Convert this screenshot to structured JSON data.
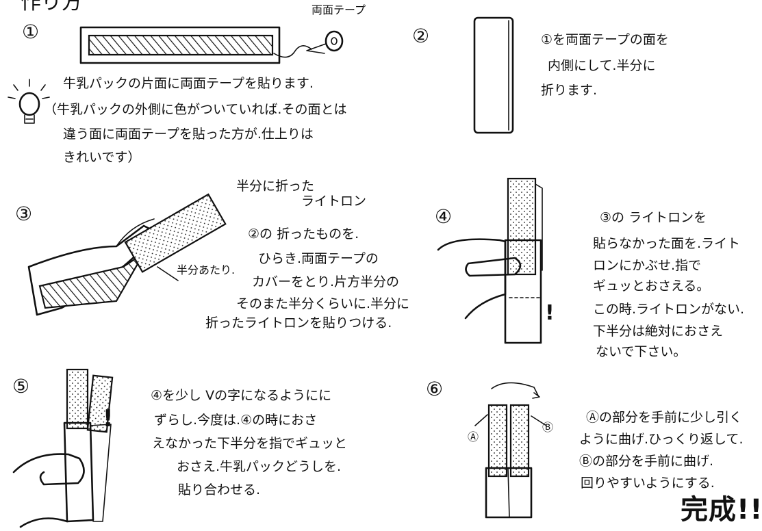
{
  "header": {
    "title": "作り方"
  },
  "steps": [
    {
      "num": "①",
      "tape_label": "両面テープ",
      "lines": [
        "牛乳パックの片面に両面テープを貼ります.",
        "（牛乳パックの外側に色がついていれば.その面とは",
        "違う面に両面テープを貼った方が.仕上りは",
        "きれいです）"
      ]
    },
    {
      "num": "②",
      "lines": [
        "①を両面テープの面を",
        "内側にして.半分に",
        "折ります."
      ]
    },
    {
      "num": "③",
      "callout": [
        "半分に折った",
        "ライトロン"
      ],
      "half_label": "半分あたり.",
      "lines": [
        "②の 折ったものを.",
        "ひらき.両面テープの",
        "カバーをとり.片方半分の",
        "そのまた半分くらいに.半分に",
        "折ったライトロンを貼りつける."
      ]
    },
    {
      "num": "④",
      "lines": [
        "③の ライトロンを",
        "貼らなかった面を.ライト",
        "ロンにかぶせ.指で",
        "ギュッとおさえる。",
        "この時.ライトロンがない.",
        "下半分は絶対におさえ",
        "ないで下さい。"
      ]
    },
    {
      "num": "⑤",
      "lines": [
        "④を少し Vの字になるようにに",
        "ずらし.今度は.④の時におさ",
        "えなかった下半分を指でギュッと",
        "おさえ.牛乳パックどうしを.",
        "貼り合わせる."
      ]
    },
    {
      "num": "⑥",
      "label_a": "Ⓐ",
      "label_b": "Ⓑ",
      "lines": [
        "Ⓐの部分を手前に少し引く",
        "ように曲げ.ひっくり返して.",
        "Ⓑの部分を手前に曲げ.",
        "回りやすいようにする."
      ]
    }
  ],
  "exclaim": "!",
  "finish": "完成!!"
}
